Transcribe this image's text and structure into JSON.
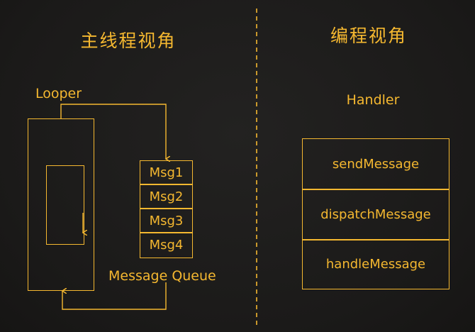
{
  "left": {
    "title": "主线程视角",
    "looper_label": "Looper",
    "queue_label": "Message Queue",
    "messages": [
      "Msg1",
      "Msg2",
      "Msg3",
      "Msg4"
    ]
  },
  "right": {
    "title": "编程视角",
    "handler_label": "Handler",
    "methods": [
      "sendMessage",
      "dispatchMessage",
      "handleMessage"
    ]
  },
  "colors": {
    "accent": "#f5b830",
    "background": "#1c1b1a"
  }
}
